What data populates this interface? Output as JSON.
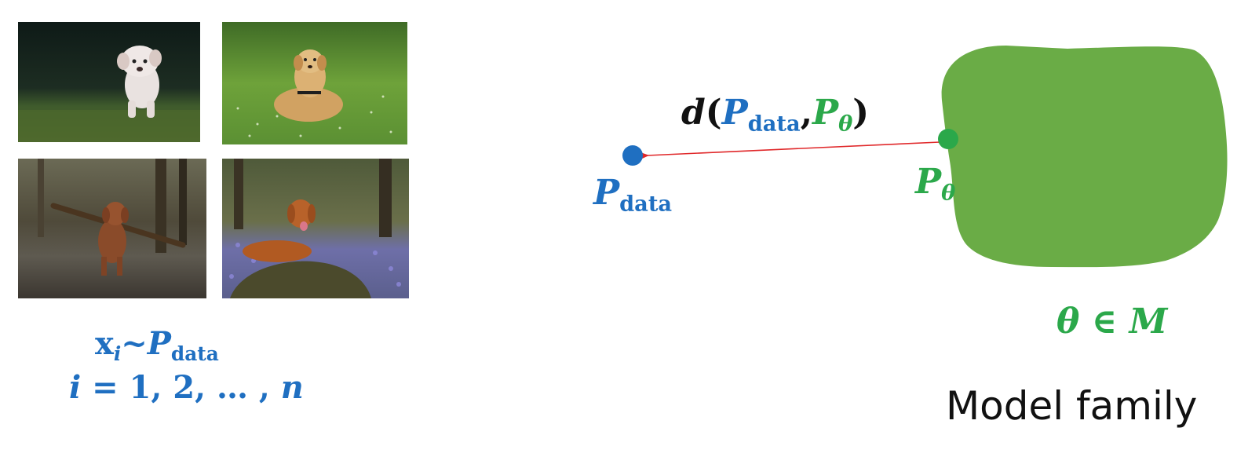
{
  "images": [
    {
      "icon": "dog-photo-white-puppy-running"
    },
    {
      "icon": "dog-photo-golden-retriever-grass"
    },
    {
      "icon": "dog-photo-brown-dog-with-stick"
    },
    {
      "icon": "dog-photo-dog-on-log-bluebells"
    }
  ],
  "samples": {
    "x": "x",
    "i_sub": "i",
    "tilde": "~",
    "p": "P",
    "p_sub": "data",
    "index_i": "i",
    "equals": " = ",
    "values": "1, 2, … , ",
    "n": "n"
  },
  "divergence": {
    "d": "d",
    "open": "(",
    "p1": "P",
    "p1_sub": "data",
    "comma": ",",
    "p2": "P",
    "p2_sub": "θ",
    "close": ")"
  },
  "pdata_point": {
    "p": "P",
    "sub": "data",
    "color": "#1f6fc1"
  },
  "ptheta_point": {
    "p": "P",
    "sub": "θ",
    "color": "#2ba84a"
  },
  "model_region": {
    "color": "#6aac46"
  },
  "arrow": {
    "color": "#e0282a"
  },
  "theta_in_m": {
    "theta": "θ",
    "in": " ∈ ",
    "m": "M"
  },
  "model_family_label": "Model family"
}
